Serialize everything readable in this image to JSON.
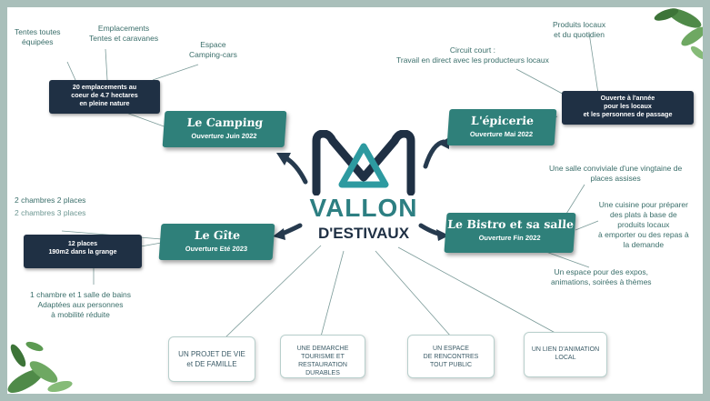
{
  "logo": {
    "line1": "VALLON",
    "line2": "D'ESTIVAUX"
  },
  "colors": {
    "teal": "#2f807a",
    "dark_navy": "#1f3044",
    "text_teal": "#3a6e6a",
    "frame": "#a9bfba",
    "logo_teal": "#2d7f82"
  },
  "camping": {
    "title": "Le Camping",
    "subtitle": "Ouverture Juin 2022",
    "detail_lines": [
      "20 emplacements au",
      "coeur de 4.7 hectares",
      "en pleine nature"
    ],
    "labels": {
      "tentes": [
        "Tentes toutes",
        "équipées"
      ],
      "emplacements": [
        "Emplacements",
        "Tentes et caravanes"
      ],
      "espace": [
        "Espace",
        "Camping-cars"
      ]
    }
  },
  "epicerie": {
    "title": "L'épicerie",
    "subtitle": "Ouverture Mai 2022",
    "detail_lines": [
      "Ouverte à l'année",
      "pour les locaux",
      "et les personnes de passage"
    ],
    "labels": {
      "produits": [
        "Produits locaux",
        "et du quotidien"
      ],
      "circuit": [
        "Circuit court :",
        "Travail en direct avec les producteurs locaux"
      ]
    }
  },
  "gite": {
    "title": "Le Gîte",
    "subtitle": "Ouverture  Eté 2023",
    "detail_lines": [
      "12 places",
      "190m2 dans la grange"
    ],
    "labels": {
      "chambres1": "2 chambres 2 places",
      "chambres2": "2 chambres 3 places",
      "salle_bains": [
        "1 chambre et 1 salle de bains",
        "Adaptées aux personnes",
        "à mobilité réduite"
      ]
    }
  },
  "bistro": {
    "title": "Le Bistro et sa salle",
    "subtitle": "Ouverture Fin 2022",
    "labels": {
      "salle": [
        "Une salle conviviale d'une vingtaine de",
        "places assises"
      ],
      "cuisine": [
        "Une cuisine pour préparer",
        "des plats à base de",
        "produits locaux",
        "à emporter ou des repas à",
        "la demande"
      ],
      "expos": [
        "Un espace pour des expos,",
        "animations, soirées à thèmes"
      ]
    }
  },
  "values": [
    [
      "UN PROJET DE VIE",
      "et DE FAMILLE"
    ],
    [
      "UNE DEMARCHE",
      "TOURISME ET RESTAURATION",
      "DURABLES"
    ],
    [
      "UN ESPACE",
      "DE RENCONTRES",
      "TOUT PUBLIC"
    ],
    [
      "UN LIEN D'ANIMATION",
      "LOCAL"
    ]
  ]
}
